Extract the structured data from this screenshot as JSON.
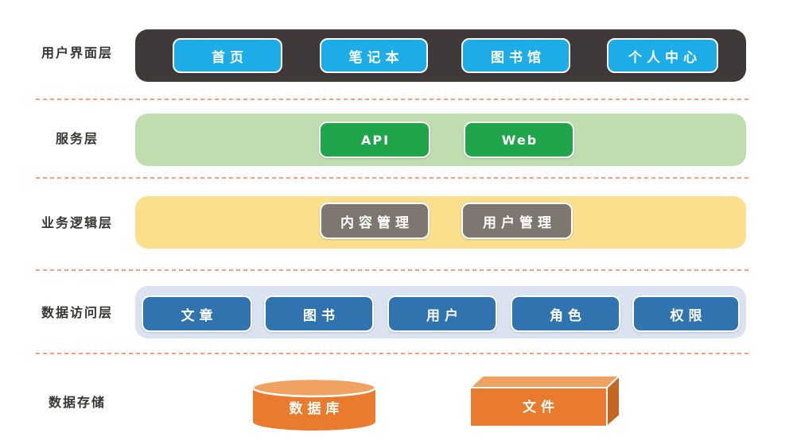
{
  "diagram_title": "layered-architecture",
  "colors": {
    "background": "#ffffff",
    "label_text": "#383434",
    "separator": "#F1A183",
    "ui_bar": "#3F3A39",
    "ui_button": "#1CACE8",
    "service_bar": "#BFDDAE",
    "service_button": "#1FA64B",
    "logic_bar": "#FBDF8D",
    "logic_button": "#7D7770",
    "dao_bar": "#DCE3F0",
    "dao_button": "#2F74AE",
    "storage_front": "#E87B2E",
    "storage_top": "#F0A263",
    "storage_side": "#C56623",
    "button_text": "#ffffff"
  },
  "layers": [
    {
      "label": "用户界面层",
      "items": [
        "首页",
        "笔记本",
        "图书馆",
        "个人中心"
      ]
    },
    {
      "label": "服务层",
      "items": [
        "API",
        "Web"
      ]
    },
    {
      "label": "业务逻辑层",
      "items": [
        "内容管理",
        "用户管理"
      ]
    },
    {
      "label": "数据访问层",
      "items": [
        "文章",
        "图书",
        "用户",
        "角色",
        "权限"
      ]
    }
  ],
  "storage": {
    "label": "数据存储",
    "items": [
      {
        "label": "数据库",
        "shape": "cylinder"
      },
      {
        "label": "文件",
        "shape": "box3d"
      }
    ]
  }
}
